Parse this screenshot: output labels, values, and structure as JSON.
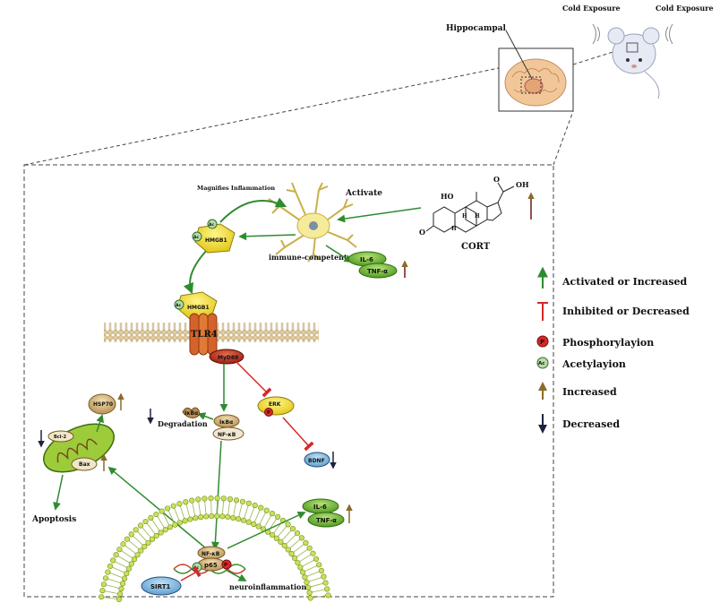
{
  "mouse": {
    "cold_left": "Cold Exposure",
    "cold_right": "Cold Exposure"
  },
  "brain": {
    "label": "Hippocampal"
  },
  "cell": {
    "magnifies": "Magnifies Inflammation",
    "activate": "Activate",
    "label": "immune-competent cells"
  },
  "cort": {
    "label": "CORT",
    "oh1": "OH",
    "oh2": "HO",
    "o1": "O",
    "o2": "O",
    "h1": "H",
    "h2": "H",
    "h3": "H"
  },
  "proteins": {
    "hmgb1": "HMGB1",
    "ac": "Ac",
    "tlr4": "TLR4",
    "myd88": "MyD88",
    "il6": "IL-6",
    "tnfa": "TNF-α",
    "erk": "ERK",
    "p": "P",
    "bdnf": "BDNF",
    "ikba": "IκBα",
    "nfkb": "NF-κB",
    "hsp70": "HSP70",
    "bcl": "Bcl-2",
    "bax": "Bax",
    "nfkb2": "NF-κB",
    "p65": "p65",
    "sirt1": "SIRT1"
  },
  "process": {
    "degradation": "Degradation",
    "apoptosis": "Apoptosis",
    "neuro": "neuroinflammation"
  },
  "legend": {
    "activated": "Activated or Increased",
    "inhibited": "Inhibited or Decreased",
    "phos": "Phosphorylayion",
    "acet": "Acetylayion",
    "increased": "Increased",
    "decreased": "Decreased"
  },
  "colors": {
    "green": "#2e8b2e",
    "red": "#d62828",
    "brown": "#8b6a2b",
    "navy": "#1d2240"
  }
}
